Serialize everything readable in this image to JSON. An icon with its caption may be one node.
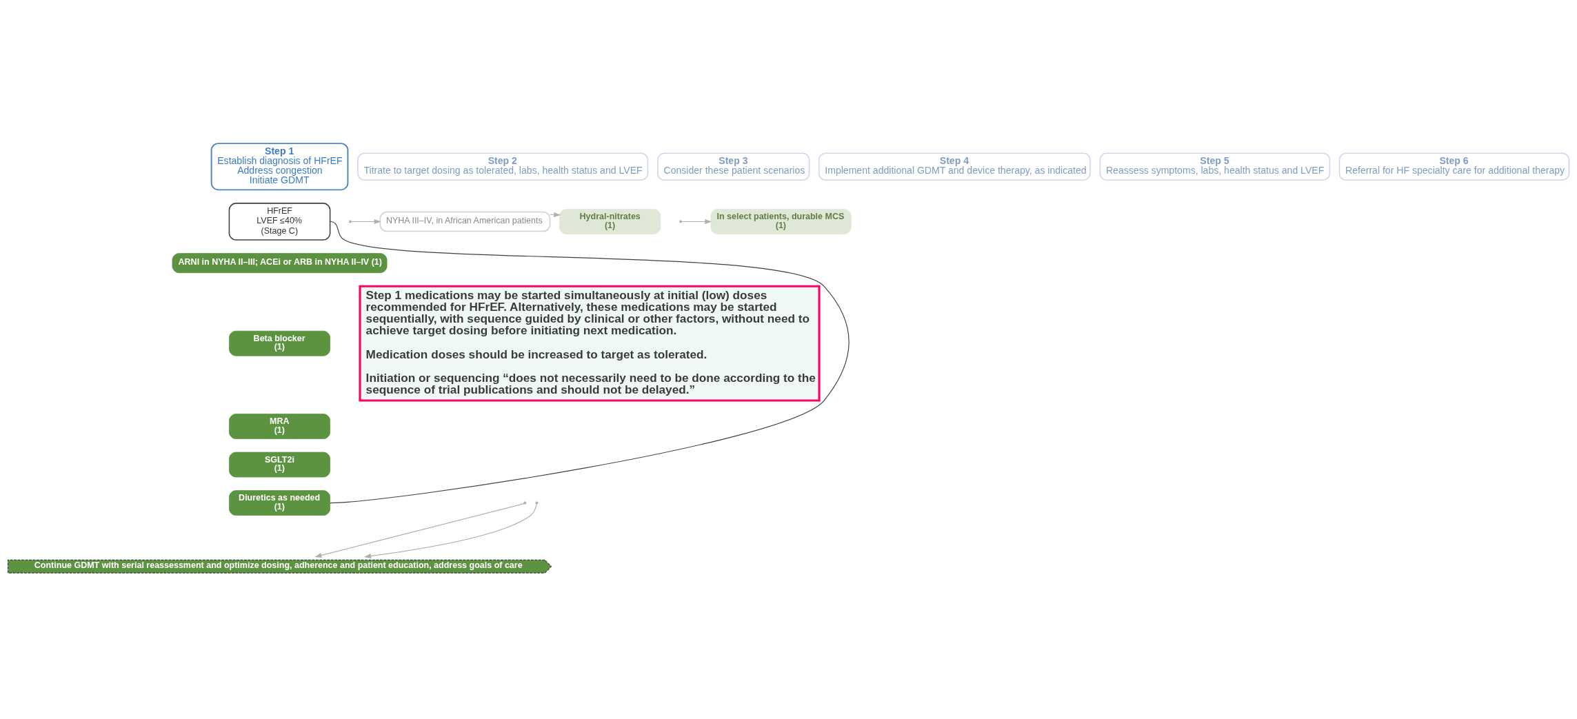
{
  "diagram": {
    "nodes": [
      {
        "text": [
          "Step 1",
          "Establish diagnosis of HFrEF",
          "Address congestion",
          "Initiate GDMT"
        ]
      },
      {
        "text": [
          "Step 2",
          "Titrate to target dosing as tolerated, labs, health status and LVEF"
        ]
      },
      {
        "text": [
          "Step 3",
          "Consider these patient scenarios"
        ]
      },
      {
        "text": [
          "Step 4",
          "Implement additional GDMT and device therapy, as indicated"
        ]
      },
      {
        "text": [
          "Step 5",
          "Reassess symptoms, labs, health status and LVEF"
        ]
      },
      {
        "text": [
          "Step 6",
          "Referral for HF specialty care for additional therapy"
        ]
      },
      {
        "text": [
          "HFrEF",
          "LVEF ≤40%",
          "(Stage C)"
        ]
      },
      {
        "text": [
          "NYHA III–IV, in African American patients"
        ]
      },
      {
        "text": [
          "Hydral-nitrates",
          "(1)"
        ]
      },
      {
        "text": [
          "In select patients, durable MCS",
          "(1)"
        ]
      },
      {
        "text": [
          "ARNI in NYHA II–III; ACEi or ARB in NYHA II–IV (1)"
        ]
      },
      {
        "text": [
          "Beta blocker",
          "(1)"
        ]
      },
      {
        "text": [
          "MRA",
          "(1)"
        ]
      },
      {
        "text": [
          "SGLT2i",
          "(1)"
        ]
      },
      {
        "text": [
          "Diuretics as needed",
          "(1)"
        ]
      },
      {
        "text": [
          "Step 1 medications may be started simultaneously at initial (low) doses recommended for HFrEF. Alternatively, these medications may be started sequentially, with sequence guided by clinical or other factors, without need to achieve target dosing before initiating next medication.",
          "Medication doses should be increased to target as tolerated.",
          "Initiation or sequencing “does not necessarily need to be done according to the sequence of trial publications and should not be delayed.”"
        ]
      },
      {
        "text": [
          "Continue GDMT with serial reassessment and optimize dosing, adherence and patient education, address goals of care"
        ]
      }
    ],
    "edges": [
      {
        "from": 6,
        "to": 14,
        "arrow": "none",
        "color": "#404040"
      },
      {
        "from": null,
        "to": 7,
        "arrow": "to"
      },
      {
        "from": 7,
        "to": 8,
        "arrow": "to"
      },
      {
        "from": null,
        "to": 9,
        "arrow": "to"
      },
      {
        "from": null,
        "to": 16,
        "arrow": "to"
      },
      {
        "from": null,
        "to": 16,
        "arrow": "to"
      }
    ]
  }
}
